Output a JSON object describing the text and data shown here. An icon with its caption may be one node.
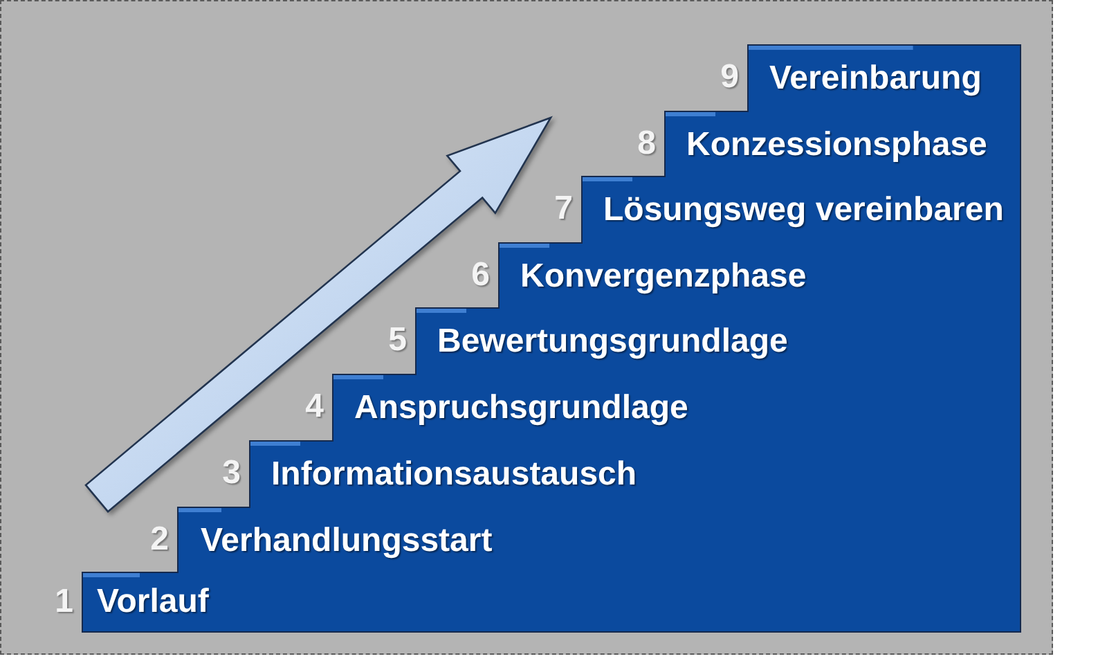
{
  "diagram": {
    "nodes": [
      {
        "text": [
          "Vorlauf"
        ],
        "beside": [
          "1"
        ]
      },
      {
        "text": [
          "Verhandlungsstart"
        ],
        "beside": [
          "2"
        ]
      },
      {
        "text": [
          "Informationsaustausch"
        ],
        "beside": [
          "3"
        ]
      },
      {
        "text": [
          "Anspruchsgrundlage"
        ],
        "beside": [
          "4"
        ]
      },
      {
        "text": [
          "Bewertungsgrundlage"
        ],
        "beside": [
          "5"
        ]
      },
      {
        "text": [
          "Konvergenzphase"
        ],
        "beside": [
          "6"
        ]
      },
      {
        "text": [
          "Lösungsweg vereinbaren"
        ],
        "beside": [
          "7"
        ]
      },
      {
        "text": [
          "Konzessionsphase"
        ],
        "beside": [
          "8"
        ]
      },
      {
        "text": [
          "Vereinbarung"
        ],
        "beside": [
          "9"
        ]
      }
    ]
  }
}
